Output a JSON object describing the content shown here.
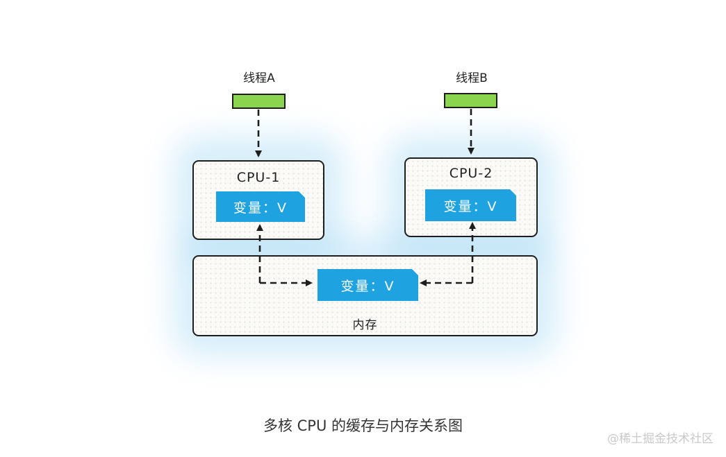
{
  "threads": [
    {
      "label": "线程A"
    },
    {
      "label": "线程B"
    }
  ],
  "cpus": [
    {
      "title": "CPU-1",
      "variable": "变量：V"
    },
    {
      "title": "CPU-2",
      "variable": "变量：V"
    }
  ],
  "memory": {
    "label": "内存",
    "variable": "变量：V"
  },
  "caption": "多核 CPU 的缓存与内存关系图",
  "watermark": "@稀土掘金技术社区",
  "colors": {
    "variable_tag": "#1fa3e0",
    "thread_bar": "#8bd44e",
    "glow": "#8ccdf0",
    "border": "#1d1d1d"
  }
}
